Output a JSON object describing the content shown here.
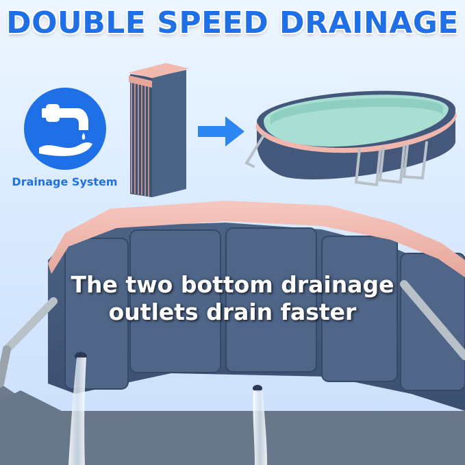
{
  "headline": "DOUBLE SPEED DRAINAGE",
  "badge": {
    "icon": "faucet-icon",
    "label": "Drainage System"
  },
  "overlay": {
    "line1": "The two bottom drainage",
    "line2": "outlets drain faster"
  },
  "colors": {
    "accent": "#1f6fe6",
    "pool_wall": "#43587a",
    "pool_rim": "#f0b7ae",
    "water": "#a9ded2"
  }
}
